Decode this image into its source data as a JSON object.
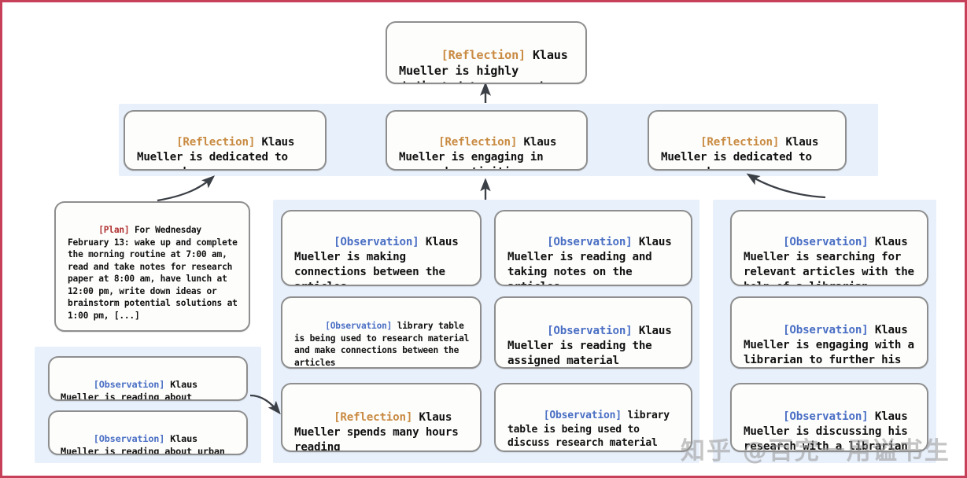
{
  "figure": {
    "type": "reflection-tree-diagram",
    "frame_border_color": "#c7405a",
    "panel_color": "#e8f0fb",
    "card_border_color": "#8e8e8e",
    "tag_colors": {
      "reflection": "#c98b42",
      "observation": "#4a6fc4",
      "plan": "#b03030"
    }
  },
  "watermark": {
    "text": "知乎 @百完一用谥书生"
  },
  "root": {
    "tag": "[Reflection]",
    "text": " Klaus Mueller is highly dedicated to research"
  },
  "reflections": [
    {
      "tag": "[Reflection]",
      "text": " Klaus Mueller is dedicated to research"
    },
    {
      "tag": "[Reflection]",
      "text": " Klaus Mueller is engaging in research activities"
    },
    {
      "tag": "[Reflection]",
      "text": " Klaus Mueller is dedicated to research"
    }
  ],
  "plan": {
    "tag": "[Plan]",
    "text": " For Wednesday February 13: wake up and complete the morning routine at 7:00 am, read and take notes for research paper at 8:00 am, have lunch at 12:00 pm, write down ideas or brainstorm potential solutions at 1:00 pm, [...]"
  },
  "left_observations": [
    {
      "tag": "[Observation]",
      "text": " Klaus Mueller is reading about gentrification"
    },
    {
      "tag": "[Observation]",
      "text": " Klaus Mueller is reading about urban design"
    }
  ],
  "column_a": [
    {
      "tag": "[Observation]",
      "text": " Klaus Mueller is making connections between the articles"
    },
    {
      "tag": "[Observation]",
      "text": " library table is being used to research material and make connections between the articles"
    },
    {
      "tag": "[Reflection]",
      "text": " Klaus Mueller spends many hours reading"
    }
  ],
  "column_b": [
    {
      "tag": "[Observation]",
      "text": " Klaus Mueller is reading and taking notes on the articles"
    },
    {
      "tag": "[Observation]",
      "text": " Klaus Mueller is reading the assigned material"
    },
    {
      "tag": "[Observation]",
      "text": " library table is being used to discuss research material"
    }
  ],
  "column_c": [
    {
      "tag": "[Observation]",
      "text": " Klaus Mueller is searching for relevant articles with the help of a librarian"
    },
    {
      "tag": "[Observation]",
      "text": " Klaus Mueller is engaging with a librarian to further his research"
    },
    {
      "tag": "[Observation]",
      "text": " Klaus Mueller is discussing his research with a librarian"
    }
  ]
}
